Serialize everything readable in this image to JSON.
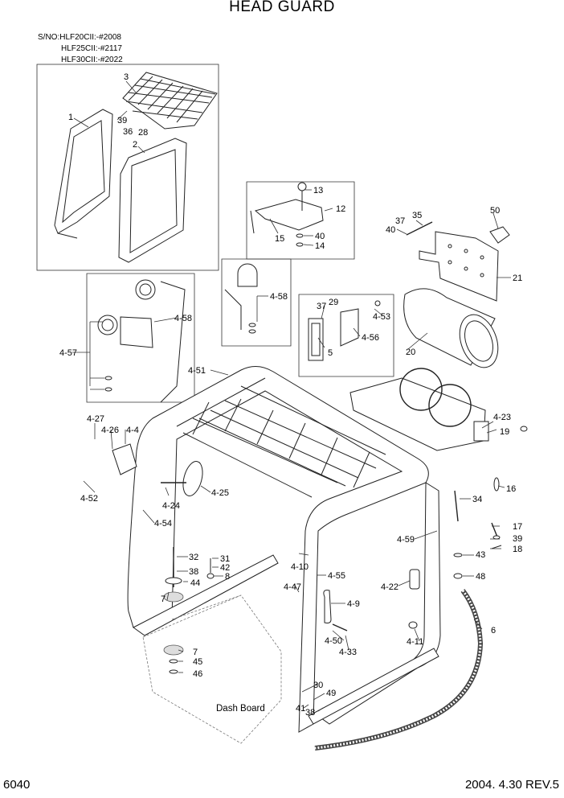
{
  "title": "HEAD GUARD",
  "serials": [
    "S/NO:HLF20CII:-#2008",
    "HLF25CII:-#2117",
    "HLF30CII:-#2022"
  ],
  "page_number": "6040",
  "revision": "2004. 4.30 REV.5",
  "callouts": {
    "c3": "3",
    "c1": "1",
    "c39a": "39",
    "c36": "36",
    "c28": "28",
    "c2": "2",
    "c13": "13",
    "c12": "12",
    "c15": "15",
    "c40a": "40",
    "c14": "14",
    "c50": "50",
    "c37a": "37",
    "c35": "35",
    "c40b": "40",
    "c21": "21",
    "c458a": "4-58",
    "c458b": "4-58",
    "c457": "4-57",
    "c37b": "37",
    "c29": "29",
    "c453": "4-53",
    "c456": "4-56",
    "c5": "5",
    "c20": "20",
    "c451": "4-51",
    "c427": "4-27",
    "c426": "4-26",
    "c44": "4-4",
    "c423": "4-23",
    "c19": "19",
    "c16": "16",
    "c425": "4-25",
    "c424": "4-24",
    "c452": "4-52",
    "c454": "4-54",
    "c34": "34",
    "c17": "17",
    "c459": "4-59",
    "c39b": "39",
    "c18": "18",
    "c43": "43",
    "c48": "48",
    "c32": "32",
    "c31": "31",
    "c42": "42",
    "c38a": "38",
    "c8": "8",
    "c44b": "44",
    "c410": "4-10",
    "c455": "4-55",
    "c7a": "7",
    "c447": "4-47",
    "c422": "4-22",
    "c49b": "4-9",
    "c6": "6",
    "c450": "4-50",
    "c433": "4-33",
    "c411": "4-11",
    "c7b": "7",
    "c45": "45",
    "c46": "46",
    "c30": "30",
    "c49": "49",
    "c41": "41",
    "c38b": "38",
    "dash_board": "Dash Board"
  }
}
